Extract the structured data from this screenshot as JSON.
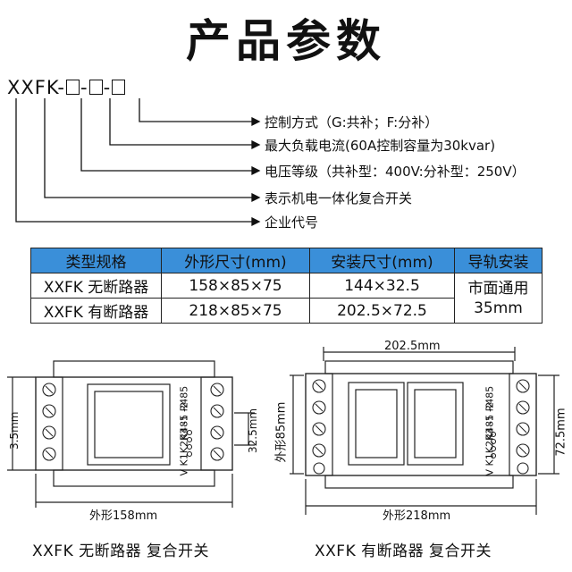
{
  "title": "产品参数",
  "model": {
    "prefix": "XXFK",
    "sep": "-"
  },
  "model_descriptions": [
    "控制方式（G:共补；F:分补）",
    "最大负载电流(60A控制容量为30kvar)",
    "电压等级（共补型：400V:分补型：250V）",
    "表示机电一体化复合开关",
    "企业代号"
  ],
  "table": {
    "headers": [
      "类型规格",
      "外形尺寸(mm)",
      "安装尺寸(mm)",
      "导轨安装"
    ],
    "rows": [
      [
        "XXFK 无断路器",
        "158×85×75",
        "144×32.5"
      ],
      [
        "XXFK 有断路器",
        "218×85×75",
        "202.5×72.5"
      ]
    ],
    "rail_line1": "市面通用",
    "rail_line2": "35mm"
  },
  "drawing_left": {
    "height_dim": "3.5mm",
    "inner_dim": "32.5mm",
    "width_dim": "外形158mm",
    "labels": [
      "R485 R485",
      "V K1K2K3 -1 -2"
    ],
    "caption": "XXFK 无断路器 复合开关"
  },
  "drawing_right": {
    "top_dim": "202.5mm",
    "height_dim": "外形85mm",
    "inner_dim": "72.5mm",
    "width_dim": "外形218mm",
    "labels": [
      "R485 R485",
      "V K1K2K3 -1 -2"
    ],
    "caption": "XXFK 有断路器 复合开关"
  }
}
